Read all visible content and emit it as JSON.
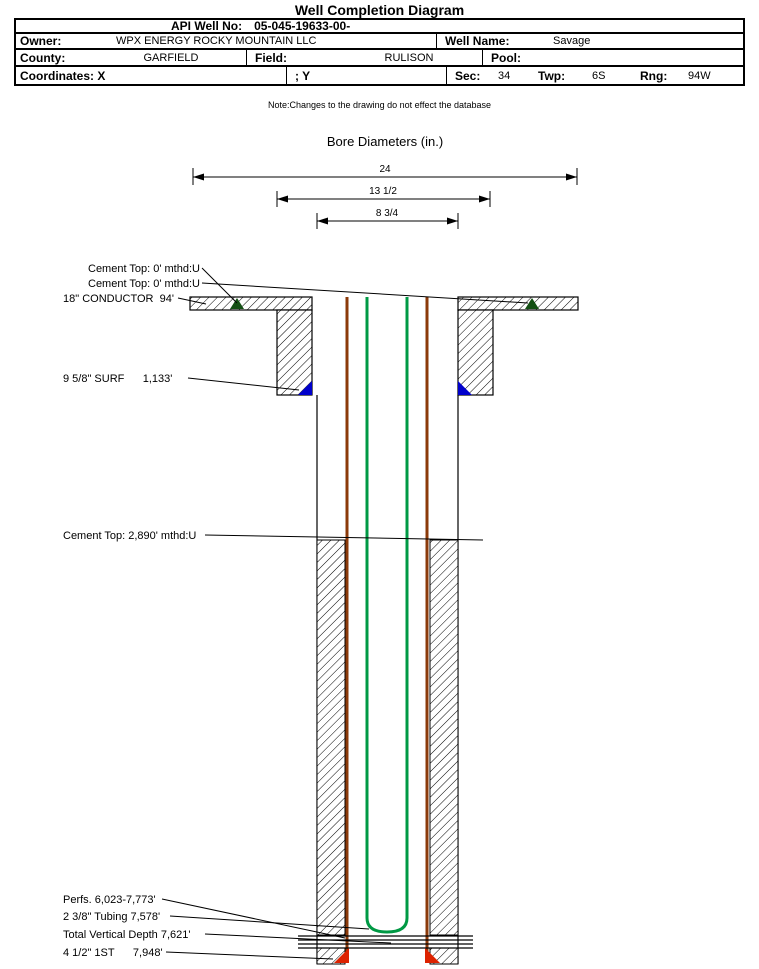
{
  "title": "Well Completion Diagram",
  "header": {
    "api": {
      "label": "API Well No:",
      "value": "05-045-19633-00-"
    },
    "owner": {
      "label": "Owner:",
      "value": "WPX ENERGY ROCKY MOUNTAIN LLC"
    },
    "well_name": {
      "label": "Well Name:",
      "value": "Savage"
    },
    "county": {
      "label": "County:",
      "value": "GARFIELD"
    },
    "field": {
      "label": "Field:",
      "value": "RULISON"
    },
    "pool": {
      "label": "Pool:",
      "value": ""
    },
    "coordinates": {
      "label": "Coordinates: X",
      "y_label": "; Y"
    },
    "sec": {
      "label": "Sec:",
      "value": "34"
    },
    "twp": {
      "label": "Twp:",
      "value": "6S"
    },
    "rng": {
      "label": "Rng:",
      "value": "94W"
    }
  },
  "note": "Note:Changes to the drawing do not effect the database",
  "bore_diameters": {
    "title": "Bore Diameters (in.)",
    "values": [
      "24",
      "13 1/2",
      "8 3/4"
    ]
  },
  "annotations": {
    "cement_top_conductor": "Cement Top: 0' mthd:U",
    "cement_top_surface": "Cement Top: 0' mthd:U",
    "conductor": "18\" CONDUCTOR  94'",
    "surface_casing": "9 5/8\" SURF      1,133'",
    "cement_top_production": "Cement Top: 2,890' mthd:U",
    "perforations": "Perfs. 6,023-7,773'",
    "tubing": "2 3/8\" Tubing 7,578'",
    "total_vertical_depth": "Total Vertical Depth 7,621'",
    "production_casing": "4 1/2\" 1ST      7,948'"
  },
  "colors": {
    "casing_brown": "#8b3a0a",
    "tubing_green": "#009944",
    "surface_shoe_blue": "#0000cc",
    "production_shoe_red": "#dd2200",
    "cement_marker_green": "#134f13"
  }
}
